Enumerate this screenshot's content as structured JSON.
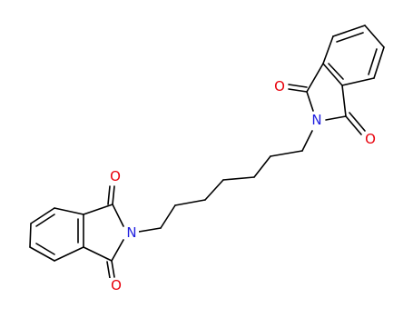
{
  "molecule": {
    "colors": {
      "bond": "#000000",
      "oxygen": "#e8000b",
      "nitrogen": "#1f1fe0",
      "background": "#ffffff"
    },
    "atoms": {
      "n_upper": "N",
      "o_upper_left": "O",
      "o_upper_right": "O",
      "n_lower": "N",
      "o_lower_top": "O",
      "o_lower_bottom": "O"
    }
  }
}
